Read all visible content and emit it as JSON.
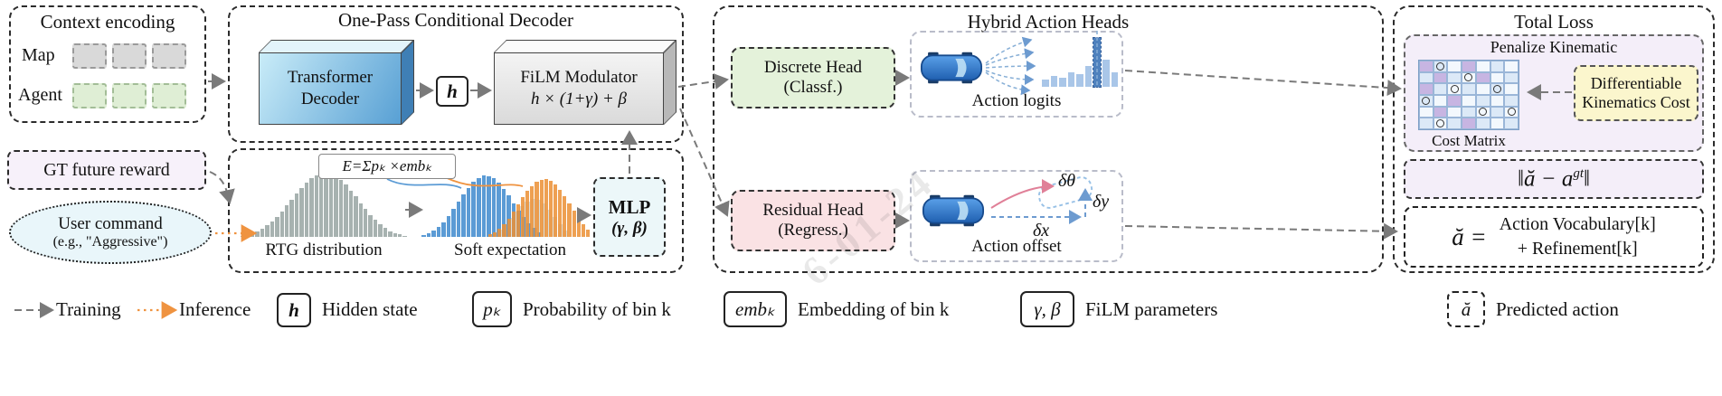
{
  "figure": {
    "watermark": "6-01-24"
  },
  "context_encoding": {
    "title": "Context encoding",
    "map_label": "Map",
    "agent_label": "Agent"
  },
  "decoder": {
    "title": "One-Pass Conditional Decoder",
    "transformer_line1": "Transformer",
    "transformer_line2": "Decoder",
    "hidden_symbol": "h",
    "film_line1": "FiLM Modulator",
    "film_line2": "h × (1+γ) + β"
  },
  "conditioning": {
    "gt_reward": "GT future reward",
    "user_command_line1": "User command",
    "user_command_line2": "(e.g., \"Aggressive\")",
    "expectation_formula": "E=Σpₖ ×embₖ",
    "rtg_label": "RTG distribution",
    "soft_label": "Soft expectation",
    "mlp_line1": "MLP",
    "mlp_line2": "(γ, β)"
  },
  "action_heads": {
    "title": "Hybrid Action Heads",
    "discrete_line1": "Discrete Head",
    "discrete_line2": "(Classf.)",
    "residual_line1": "Residual Head",
    "residual_line2": "(Regress.)",
    "logits_label": "Action logits",
    "offset_label": "Action offset",
    "delta_theta": "δθ",
    "delta_y": "δy",
    "delta_x": "δx"
  },
  "total_loss": {
    "title": "Total Loss",
    "penalize_label": "Penalize Kinematic",
    "cost_matrix_label": "Cost Matrix",
    "kinematics_line1": "Differentiable",
    "kinematics_line2": "Kinematics Cost",
    "norm_pre": "‖ă − a",
    "norm_sup": "gt",
    "norm_post": "‖",
    "assembly_symbol": "ă =",
    "assembly_line1": "Action Vocabulary[k]",
    "assembly_line2": "+ Refinement[k]"
  },
  "legend": {
    "training_label": "Training",
    "inference_label": "Inference",
    "items": [
      {
        "symbol": "h",
        "desc": "Hidden state"
      },
      {
        "symbol": "pₖ",
        "desc": "Probability of bin k"
      },
      {
        "symbol": "embₖ",
        "desc": "Embedding of bin k"
      },
      {
        "symbol": "γ, β",
        "desc": "FiLM parameters"
      },
      {
        "symbol": "ă",
        "desc": "Predicted action"
      }
    ]
  },
  "histograms": {
    "rtg": [
      2,
      4,
      6,
      9,
      13,
      18,
      24,
      31,
      39,
      48,
      57,
      66,
      75,
      83,
      90,
      95,
      99,
      100,
      98,
      94,
      88,
      80,
      71,
      62,
      52,
      43,
      34,
      26,
      19,
      14,
      9,
      6,
      4,
      2
    ],
    "soft_faint": [
      8,
      18,
      30,
      45,
      60,
      74,
      85,
      92,
      90,
      80,
      65,
      48,
      30,
      15
    ],
    "soft_blue": [
      3,
      6,
      10,
      16,
      24,
      34,
      45,
      57,
      69,
      80,
      89,
      96,
      100,
      99,
      95,
      88,
      78,
      67,
      55,
      43,
      32,
      22,
      14,
      8
    ],
    "soft_orange": [
      4,
      8,
      14,
      22,
      32,
      44,
      56,
      68,
      79,
      88,
      95,
      99,
      100,
      97,
      91,
      82,
      71,
      58,
      45,
      33,
      22,
      13
    ],
    "logits": [
      14,
      22,
      18,
      30,
      26,
      42,
      100,
      55,
      30
    ],
    "logits_highlight": 6
  },
  "cost_matrix": {
    "rows": 6,
    "cols": 7,
    "purple_cells": [
      [
        0,
        0
      ],
      [
        1,
        1
      ],
      [
        2,
        0
      ],
      [
        0,
        3
      ],
      [
        3,
        2
      ],
      [
        4,
        1
      ],
      [
        5,
        3
      ],
      [
        1,
        4
      ]
    ],
    "circle_cells": [
      [
        0,
        1
      ],
      [
        1,
        3
      ],
      [
        2,
        2
      ],
      [
        3,
        0
      ],
      [
        4,
        4
      ],
      [
        5,
        1
      ],
      [
        2,
        5
      ],
      [
        4,
        6
      ]
    ]
  }
}
